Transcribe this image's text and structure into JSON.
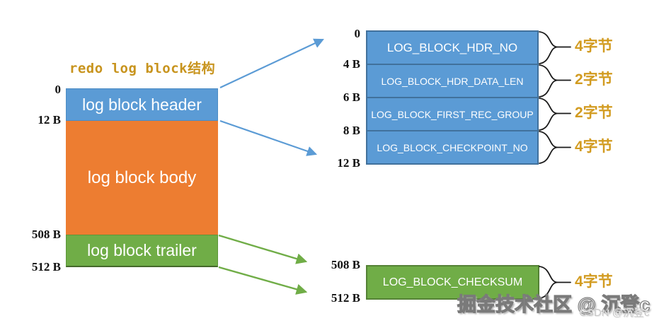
{
  "title": "redo log block结构",
  "colors": {
    "block_blue": "#5B9BD5",
    "block_blue_border": "#41719C",
    "block_orange": "#ED7D31",
    "block_green": "#70AD47",
    "block_green_border": "#548235",
    "gold_text": "#C8941E",
    "brace_black": "#1a1a1a"
  },
  "overview": {
    "blocks": [
      {
        "label": "log block header"
      },
      {
        "label": "log block body"
      },
      {
        "label": "log block trailer"
      }
    ],
    "offsets": [
      "0",
      "12 B",
      "508 B",
      "512 B"
    ]
  },
  "header_detail": {
    "offsets": [
      "0",
      "4 B",
      "6 B",
      "8 B",
      "12 B"
    ],
    "rows": [
      {
        "label": "LOG_BLOCK_HDR_NO",
        "size": "4字节"
      },
      {
        "label": "LOG_BLOCK_HDR_DATA_LEN",
        "size": "2字节"
      },
      {
        "label": "LOG_BLOCK_FIRST_REC_GROUP",
        "size": "2字节"
      },
      {
        "label": "LOG_BLOCK_CHECKPOINT_NO",
        "size": "4字节"
      }
    ]
  },
  "trailer_detail": {
    "offsets": [
      "508 B",
      "512 B"
    ],
    "rows": [
      {
        "label": "LOG_BLOCK_CHECKSUM",
        "size": "4字节"
      }
    ]
  },
  "watermark": {
    "primary": "掘金技术社区 @ 沉登c",
    "secondary": "CSDN @沉登c"
  }
}
